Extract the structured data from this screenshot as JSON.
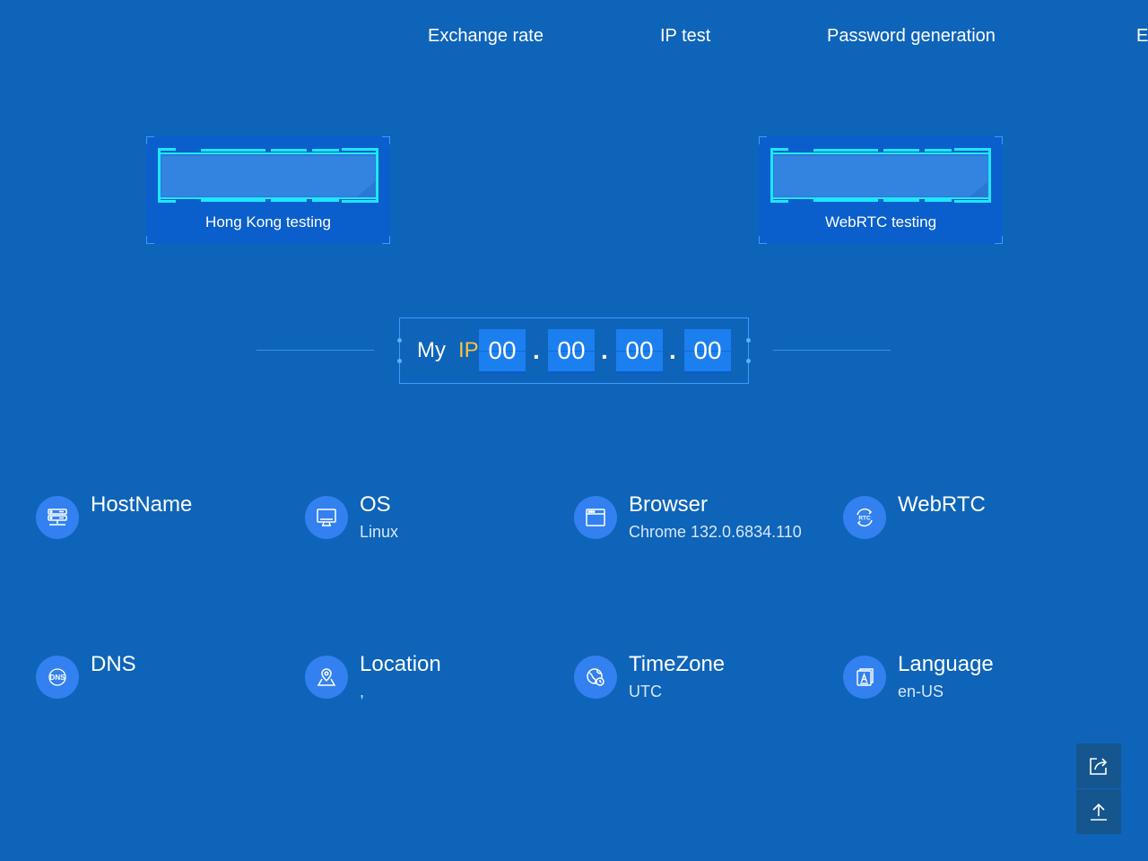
{
  "nav": {
    "items": [
      {
        "label": "Exchange rate"
      },
      {
        "label": "IP test"
      },
      {
        "label": "Password generation"
      },
      {
        "label": "E"
      }
    ]
  },
  "tests": [
    {
      "label": "Hong Kong testing"
    },
    {
      "label": "WebRTC testing"
    }
  ],
  "my_ip": {
    "label_my": "My",
    "label_ip": "IP",
    "octets": [
      "00",
      "00",
      "00",
      "00"
    ],
    "separator": ".",
    "accent_color": "#f6c543"
  },
  "info": {
    "hostname": {
      "title": "HostName",
      "value": "",
      "icon": "server-icon"
    },
    "os": {
      "title": "OS",
      "value": "Linux",
      "icon": "monitor-icon"
    },
    "browser": {
      "title": "Browser",
      "value": "Chrome 132.0.6834.110",
      "icon": "browser-window-icon"
    },
    "webrtc": {
      "title": "WebRTC",
      "value": "",
      "icon": "rtc-icon"
    },
    "dns": {
      "title": "DNS",
      "value": "",
      "icon": "dns-icon"
    },
    "location": {
      "title": "Location",
      "value": ",",
      "icon": "location-pin-icon"
    },
    "timezone": {
      "title": "TimeZone",
      "value": "UTC",
      "icon": "globe-clock-icon"
    },
    "language": {
      "title": "Language",
      "value": "en-US",
      "icon": "language-icon"
    }
  },
  "tools": {
    "share_icon": "share-icon",
    "top_icon": "back-to-top-icon"
  },
  "colors": {
    "background": "#0e64b9",
    "card": "#0b5fcc",
    "cyan_frame": "#1ee7ff",
    "icon_circle": "#3381f0",
    "octet": "#1b7ff0"
  }
}
